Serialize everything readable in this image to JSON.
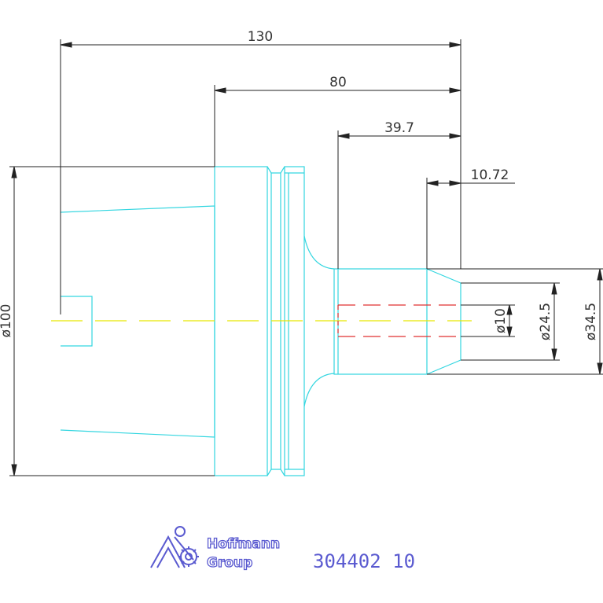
{
  "dimensions": {
    "overall_length": "130",
    "length_80": "80",
    "length_39_7": "39.7",
    "length_10_72": "10.72",
    "dia_100": "ø100",
    "dia_10": "ø10",
    "dia_24_5": "ø24.5",
    "dia_34_5": "ø34.5"
  },
  "logo": {
    "line1": "Hoffmann",
    "line2": "Group"
  },
  "part_number": "304402 10",
  "colors": {
    "outline": "#33d6e0",
    "dimension": "#222222",
    "centerline": "#e6e600",
    "hidden": "#e03030",
    "logo": "#5a5ad0"
  }
}
